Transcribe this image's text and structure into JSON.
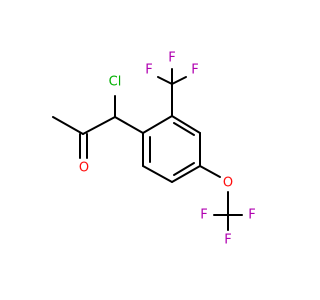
{
  "molecule": {
    "atoms": [
      {
        "id": "Cl",
        "label": "Cl",
        "color": "#00b000"
      },
      {
        "id": "O_ketone",
        "label": "O",
        "color": "#ff0d0d"
      },
      {
        "id": "O_ether",
        "label": "O",
        "color": "#ff0d0d"
      },
      {
        "id": "F1",
        "label": "F",
        "color": "#b000b0"
      },
      {
        "id": "F2",
        "label": "F",
        "color": "#b000b0"
      },
      {
        "id": "F3",
        "label": "F",
        "color": "#b000b0"
      },
      {
        "id": "F4",
        "label": "F",
        "color": "#b000b0"
      },
      {
        "id": "F5",
        "label": "F",
        "color": "#b000b0"
      },
      {
        "id": "F6",
        "label": "F",
        "color": "#b000b0"
      }
    ],
    "bond_color": "#000000"
  }
}
